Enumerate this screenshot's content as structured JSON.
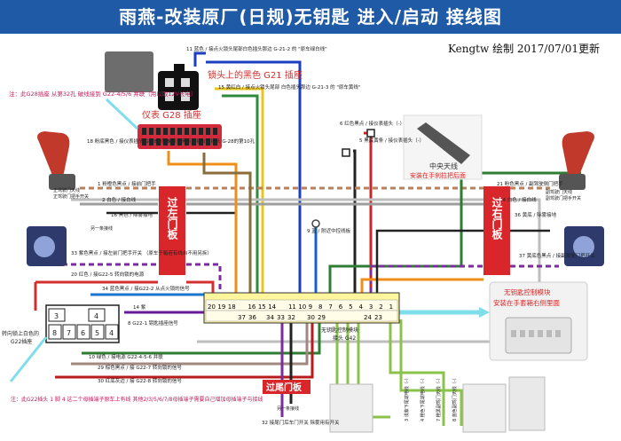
{
  "header": {
    "title": "雨燕-改装原厂(日规)无钥匙 进入/启动 接线图",
    "author": "Kengtw 绘制 2017/07/01更新"
  },
  "connectors": {
    "lock_head": "锁头上的黑色 G21 插座",
    "dash": "仪表 G28 插座",
    "g42_title": "无钥匙控制模块",
    "g42_sub": "接头 G42",
    "g22_label": "G22插座",
    "g22_title": "转向锁上白色的",
    "g22_top_pins": [
      "3",
      "4"
    ],
    "g22_bottom_pins": [
      "8",
      "7",
      "6",
      "5",
      "4"
    ],
    "g42_top_pins": [
      "20",
      "19",
      "18",
      "",
      "16",
      "15",
      "14",
      "",
      "11",
      "10",
      "9",
      "8",
      "7",
      "6",
      "5",
      "4",
      "3",
      "2",
      "1"
    ],
    "g42_bottom_pins": [
      "37",
      "36",
      "34",
      "33",
      "32",
      "30",
      "29",
      "24",
      "23"
    ]
  },
  "notes": {
    "g28_note": "注：此G28插座 从第32孔 破线接到 G22-4/5/6 并联（用以取12V长电）",
    "g22_note": "注：此G22插头 1 脚 4 这二个母插端子原车上有线 其他2/3/5/6/7/8母插端子需要自己增加母插端子与接线"
  },
  "boxes": {
    "left_door": "过左门板",
    "right_door": "过右门板",
    "tail_door": "过尾门板"
  },
  "antenna": {
    "title": "中央天线",
    "sub": "安装在手刹拉把后面"
  },
  "module": {
    "title": "无钥匙控制模块",
    "sub": "安装在手套箱右侧里面"
  },
  "wires": {
    "w11": "11 蓝色 / 接点火锁头尾部白色插头那边 G-21-2 的 \"原车绿白线\"",
    "w15": "15 黄红白 / 接点火锁头尾部 白色插头那边 G-21-3 的 \"原车黄线\"",
    "w6": "6 红色黑点 / 接仪表插头（-）",
    "w5": "5 黑底黄条 / 接仪表插头（-）",
    "w18": "18 粉底黑色 / 接仪表插头 G-28的第8孔",
    "w19": "19 灰色黑点 / 接仪表插头 G-28的第10孔",
    "w1": "1 粉橙色黑点 / 接前门把手",
    "w2": "2 白色 / 接白线",
    "w16": "16 黑色 / 除雾接地",
    "w33": "33 紫色黑点 / 接左前门把手开关 （原车于箱若有线自不用另拆）",
    "w20": "20 红色 / 接G22-5 转向锁的电源",
    "w34": "34 蓝色黑点 / 接G22-2 从点火锁的信号",
    "w14": "14 紫",
    "w10": "10 绿色 / 接电源 G22-4-5-6 并联",
    "w29": "29 棕色黑点 / 接 G22-7 转向锁的信号",
    "w30": "30 红底灰边 / 接 G22-8 转向锁的信号",
    "w21": "21 粉色黑点 / 副驾驶侧门把手",
    "w24": "24 白色 / 接白线",
    "w36": "36 黄底 / 除雾接地",
    "w37": "37 黄底色黑点 / 接副驾驶门把开关",
    "w9": "9 蓝 / 附近中控线板",
    "w32": "32 接尾门后车门开关 除雾用有开关",
    "bot1": "3 浅紫下尾端电线（-）",
    "bot2": "4 橙色下尾端电线（-）",
    "bot3": "7 橙黑副驾门天线（-）",
    "bot4": "8 蓝色副驾门天线（-）"
  },
  "small": {
    "handle_l": "正驾驶门天线",
    "handle_l2": "正驾驶门把手开关",
    "another": "另一条接线",
    "handle_r": "副驾驶门天线",
    "handle_r2": "副驾驶门把手开关",
    "tail_other": "另一条接线",
    "g22_small": "8 G22-1 钥匙插座信号"
  },
  "colors": {
    "title_bg": "#1f5aa6",
    "red_box": "#d9262b",
    "note_text": "#c2185b",
    "antenna_text": "#d22",
    "module_text": "#d22"
  }
}
